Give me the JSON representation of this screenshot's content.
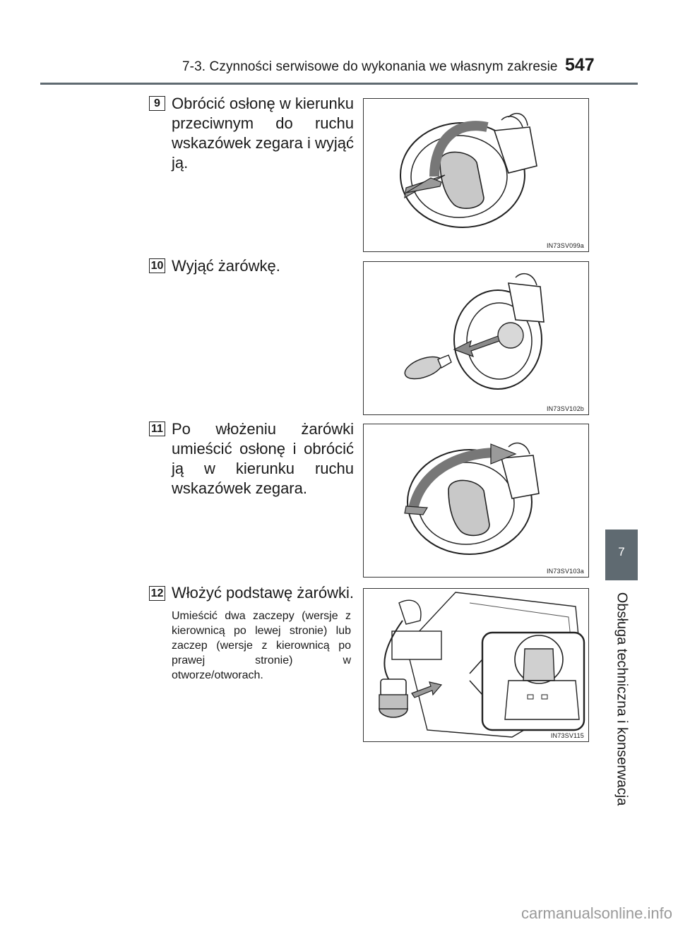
{
  "header": {
    "title": "7-3. Czynności serwisowe do wykonania we własnym zakresie",
    "page_number": "547"
  },
  "side_tab": {
    "chapter_number": "7",
    "chapter_title": "Obsługa techniczna i konserwacja"
  },
  "steps": [
    {
      "number": "9",
      "text": "Obrócić osłonę w kierunku przeciwnym do ruchu wskazówek zegara i wyjąć ją.",
      "figure_code": "IN73SV099a"
    },
    {
      "number": "10",
      "text": "Wyjąć żarówkę.",
      "figure_code": "IN73SV102b"
    },
    {
      "number": "11",
      "text": "Po włożeniu żarówki umieścić osłonę i obrócić ją w kierunku ruchu wskazówek zegara.",
      "figure_code": "IN73SV103a"
    },
    {
      "number": "12",
      "text": "Włożyć podstawę żarówki.",
      "subtext": "Umieścić dwa zaczepy (wersje z kierownicą po lewej stronie) lub zaczep (wersje z kierownicą po prawej stronie) w otworze/otworach.",
      "figure_code": "IN73SV115"
    }
  ],
  "footer": {
    "watermark": "carmanualsonline.info"
  }
}
